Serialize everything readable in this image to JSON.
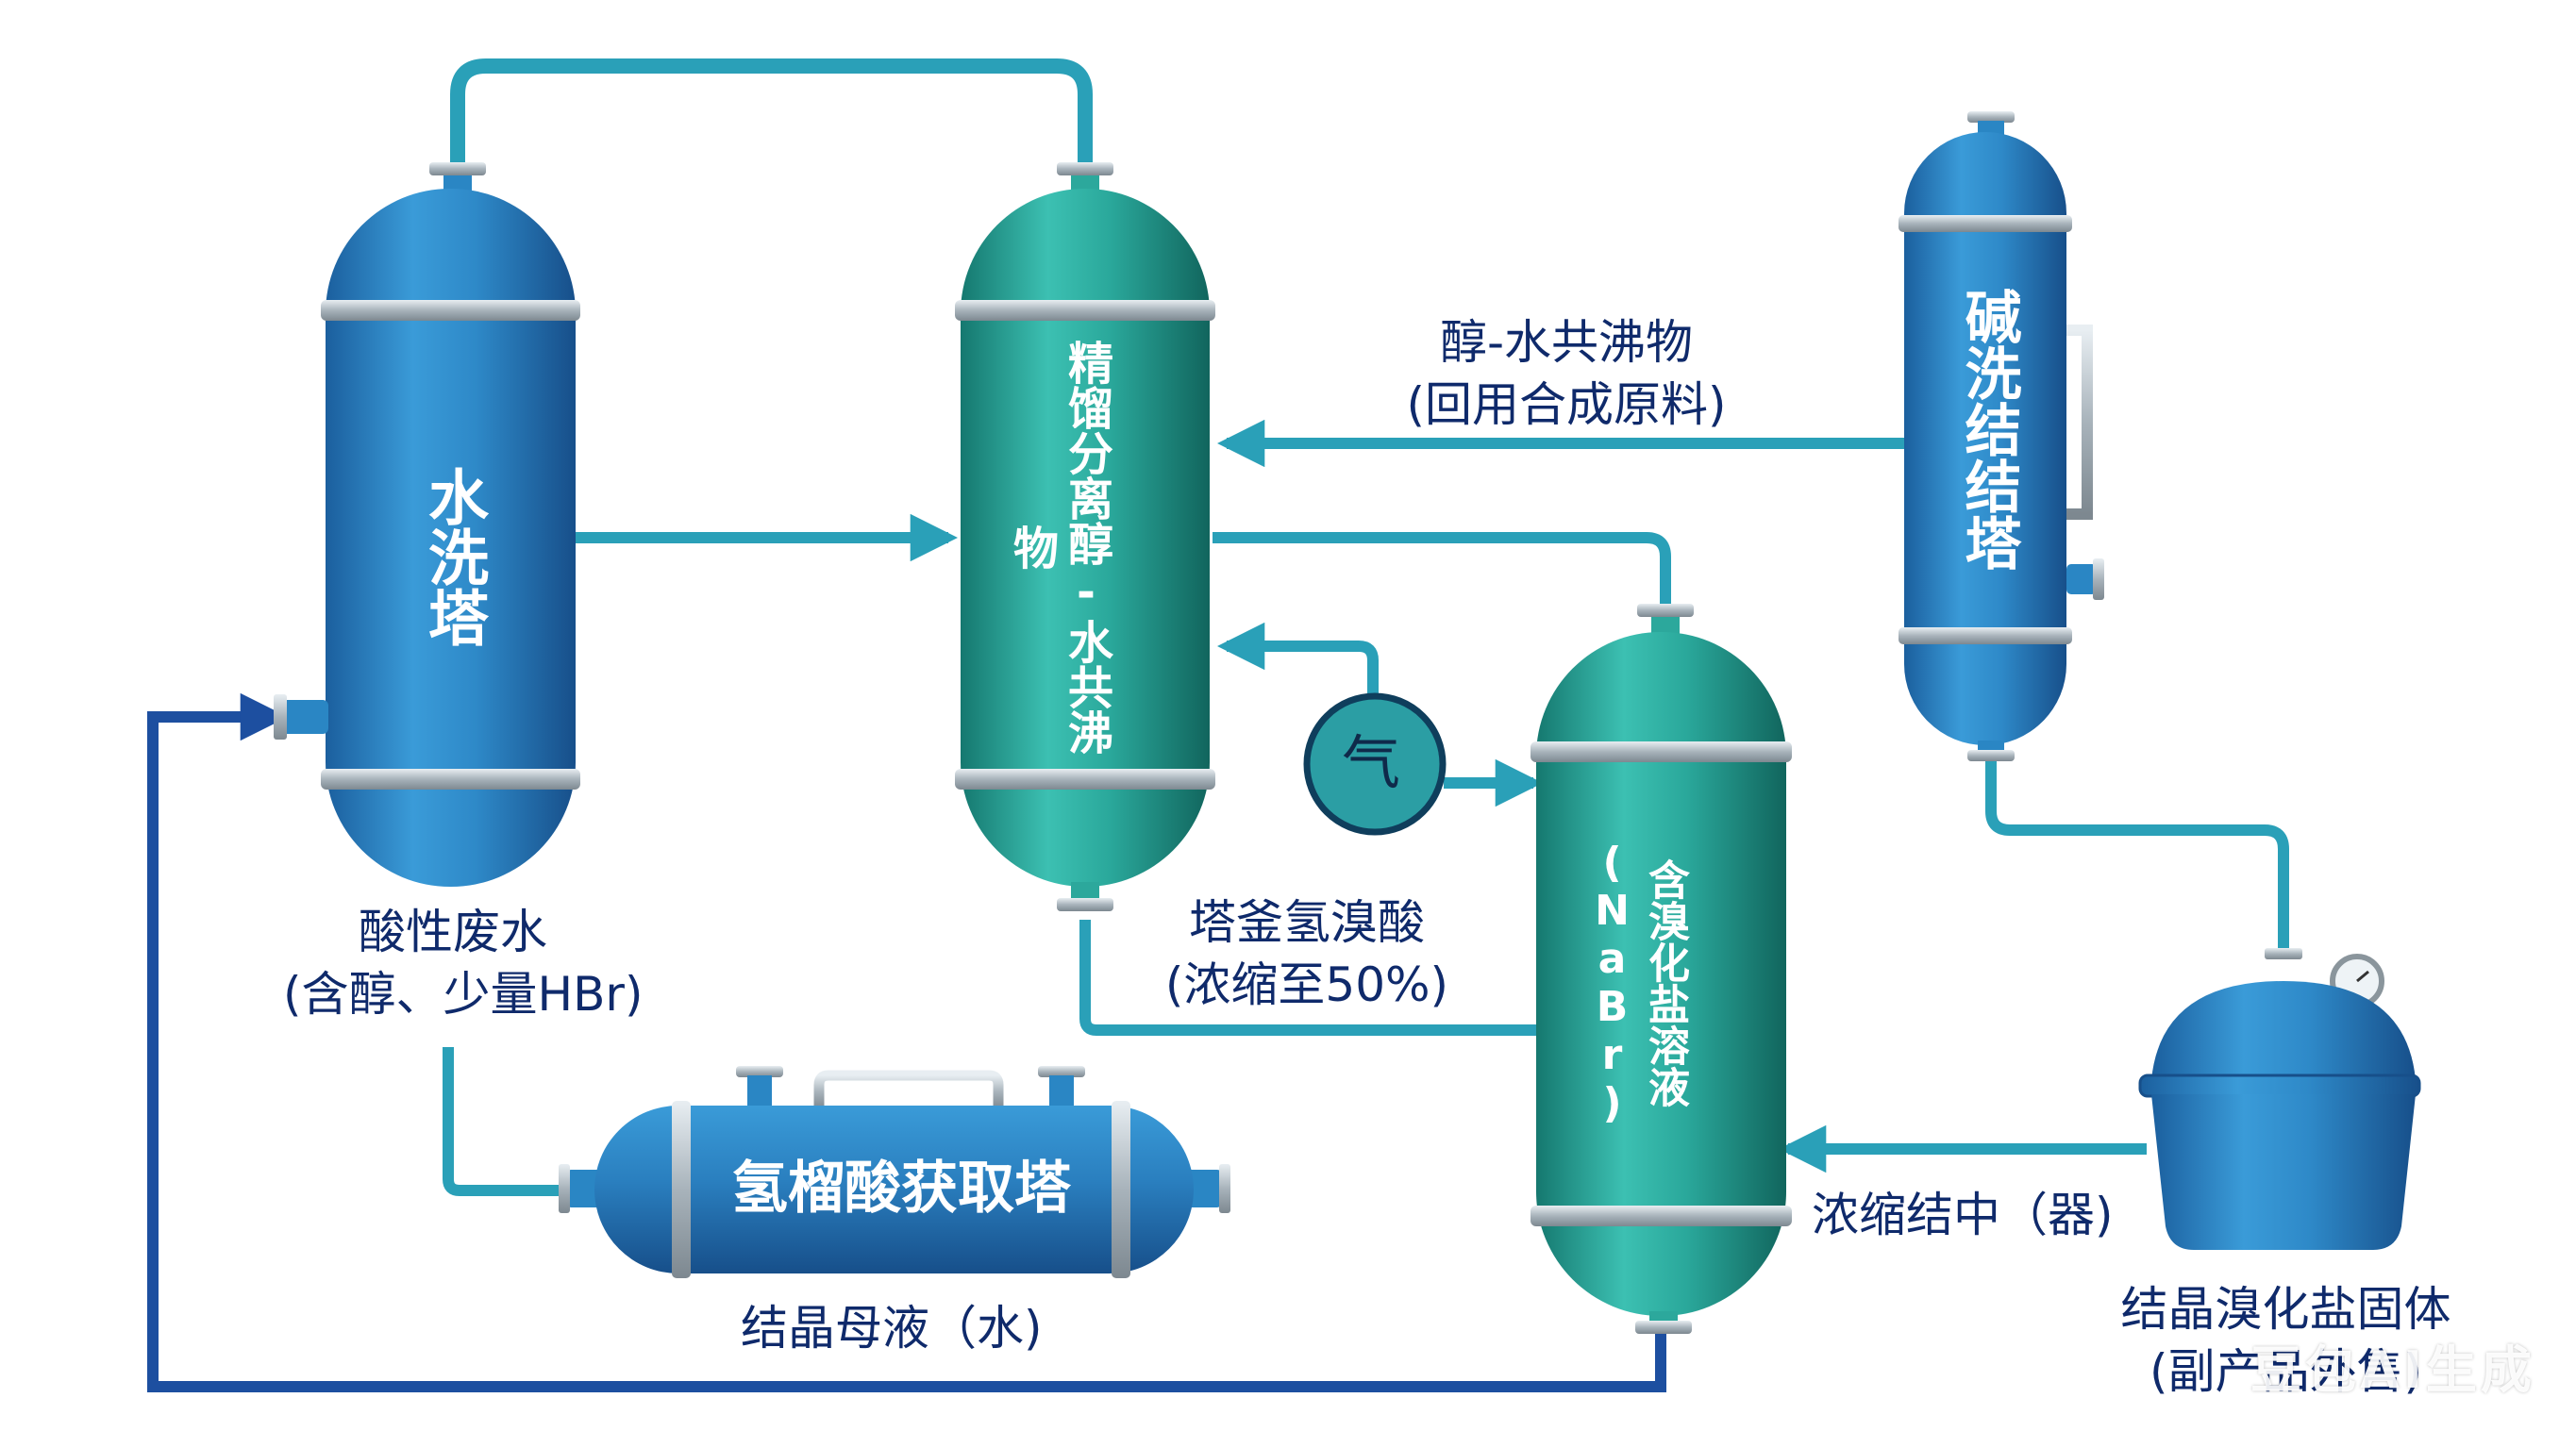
{
  "vessels": {
    "water_wash": "水洗塔",
    "distillation": "精馏分离醇-水共沸物",
    "alkali_wash": "碱洗结结塔",
    "bromide_solution": "含溴化盐溶液(NaBr)",
    "hbr_recovery": "氢榴酸获取塔"
  },
  "labels": {
    "acid_wastewater_line1": "酸性废水",
    "acid_wastewater_line2": "(含醇、少量HBr)",
    "azeotrope_line1": "醇-水共沸物",
    "azeotrope_line2": "(回用合成原料)",
    "kettle_line1": "塔釜氢溴酸",
    "kettle_line2": "(浓缩至50%)",
    "concentrator": "浓缩结中（器)",
    "mother_liquor": "结晶母液（水)",
    "solid_line1": "结晶溴化盐固体",
    "solid_line2": "(副产品外售)"
  },
  "heater_symbol": "气",
  "watermark": "豆包AI生成",
  "colors": {
    "blue_vessel": "#2a86c4",
    "teal_vessel": "#2ca89c",
    "pipe_teal": "#2aa0b8",
    "pipe_navy": "#1d4fa0",
    "label_text": "#0f2a6b"
  }
}
